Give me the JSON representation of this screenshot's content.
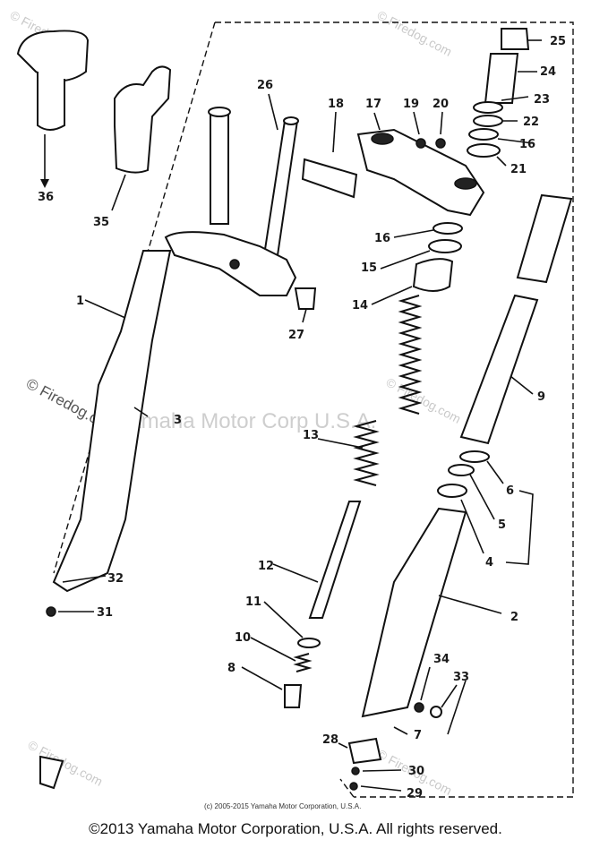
{
  "watermarks": {
    "corner_mark": "© Firedog.com",
    "left_mark": "© Firedog.com",
    "center_mark": "Yamaha Motor Corp U.S.A."
  },
  "inner_copyright": "(c) 2005-2015 Yamaha Motor Corporation, U.S.A.",
  "footer_text": "©2013 Yamaha Motor Corporation, U.S.A. All rights reserved.",
  "callouts": [
    "1",
    "2",
    "3",
    "4",
    "5",
    "6",
    "7",
    "8",
    "9",
    "10",
    "11",
    "12",
    "13",
    "14",
    "15",
    "16",
    "16",
    "17",
    "18",
    "19",
    "20",
    "21",
    "22",
    "23",
    "24",
    "25",
    "26",
    "27",
    "28",
    "29",
    "30",
    "31",
    "32",
    "33",
    "34",
    "35",
    "36"
  ]
}
